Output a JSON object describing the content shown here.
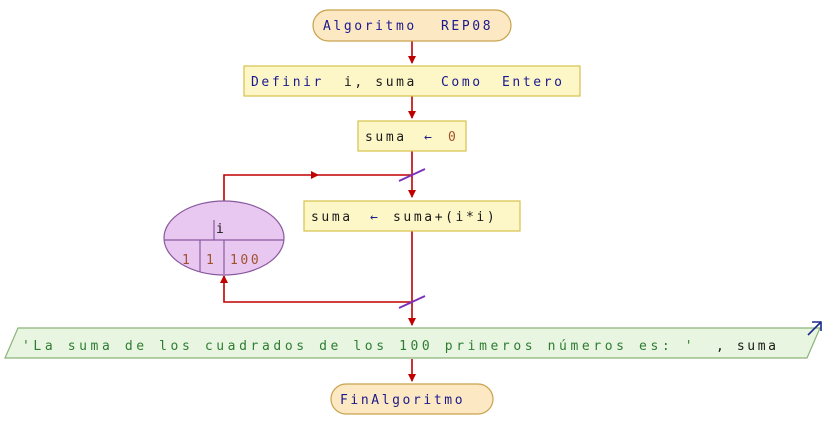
{
  "colors": {
    "terminal_fill": "#fde8c4",
    "terminal_stroke": "#c8a24a",
    "process_fill": "#fdf7c8",
    "process_stroke": "#d6c24a",
    "output_fill": "#e8f5e0",
    "output_stroke": "#8bb37a",
    "loop_fill": "#e8c8f0",
    "loop_stroke": "#8a5a9e",
    "arrow": "#c00000",
    "loop_mark": "#7b2fbf",
    "output_arrow": "#1a2a8c"
  },
  "start": {
    "keyword": "Algoritmo",
    "name": "REP08"
  },
  "define": {
    "keyword1": "Definir",
    "vars": "i, suma",
    "keyword2": "Como",
    "type": "Entero"
  },
  "assign1": {
    "var": "suma",
    "arrow": "←",
    "value": "0"
  },
  "loop": {
    "var": "i",
    "from": "1",
    "step": "1",
    "to": "100"
  },
  "assign2": {
    "var": "suma",
    "arrow": "←",
    "expr": "suma+(i*i)"
  },
  "output": {
    "text": "'La suma de los cuadrados de los 100 primeros números es: '",
    "rest": ", suma"
  },
  "end": {
    "label": "FinAlgoritmo"
  }
}
